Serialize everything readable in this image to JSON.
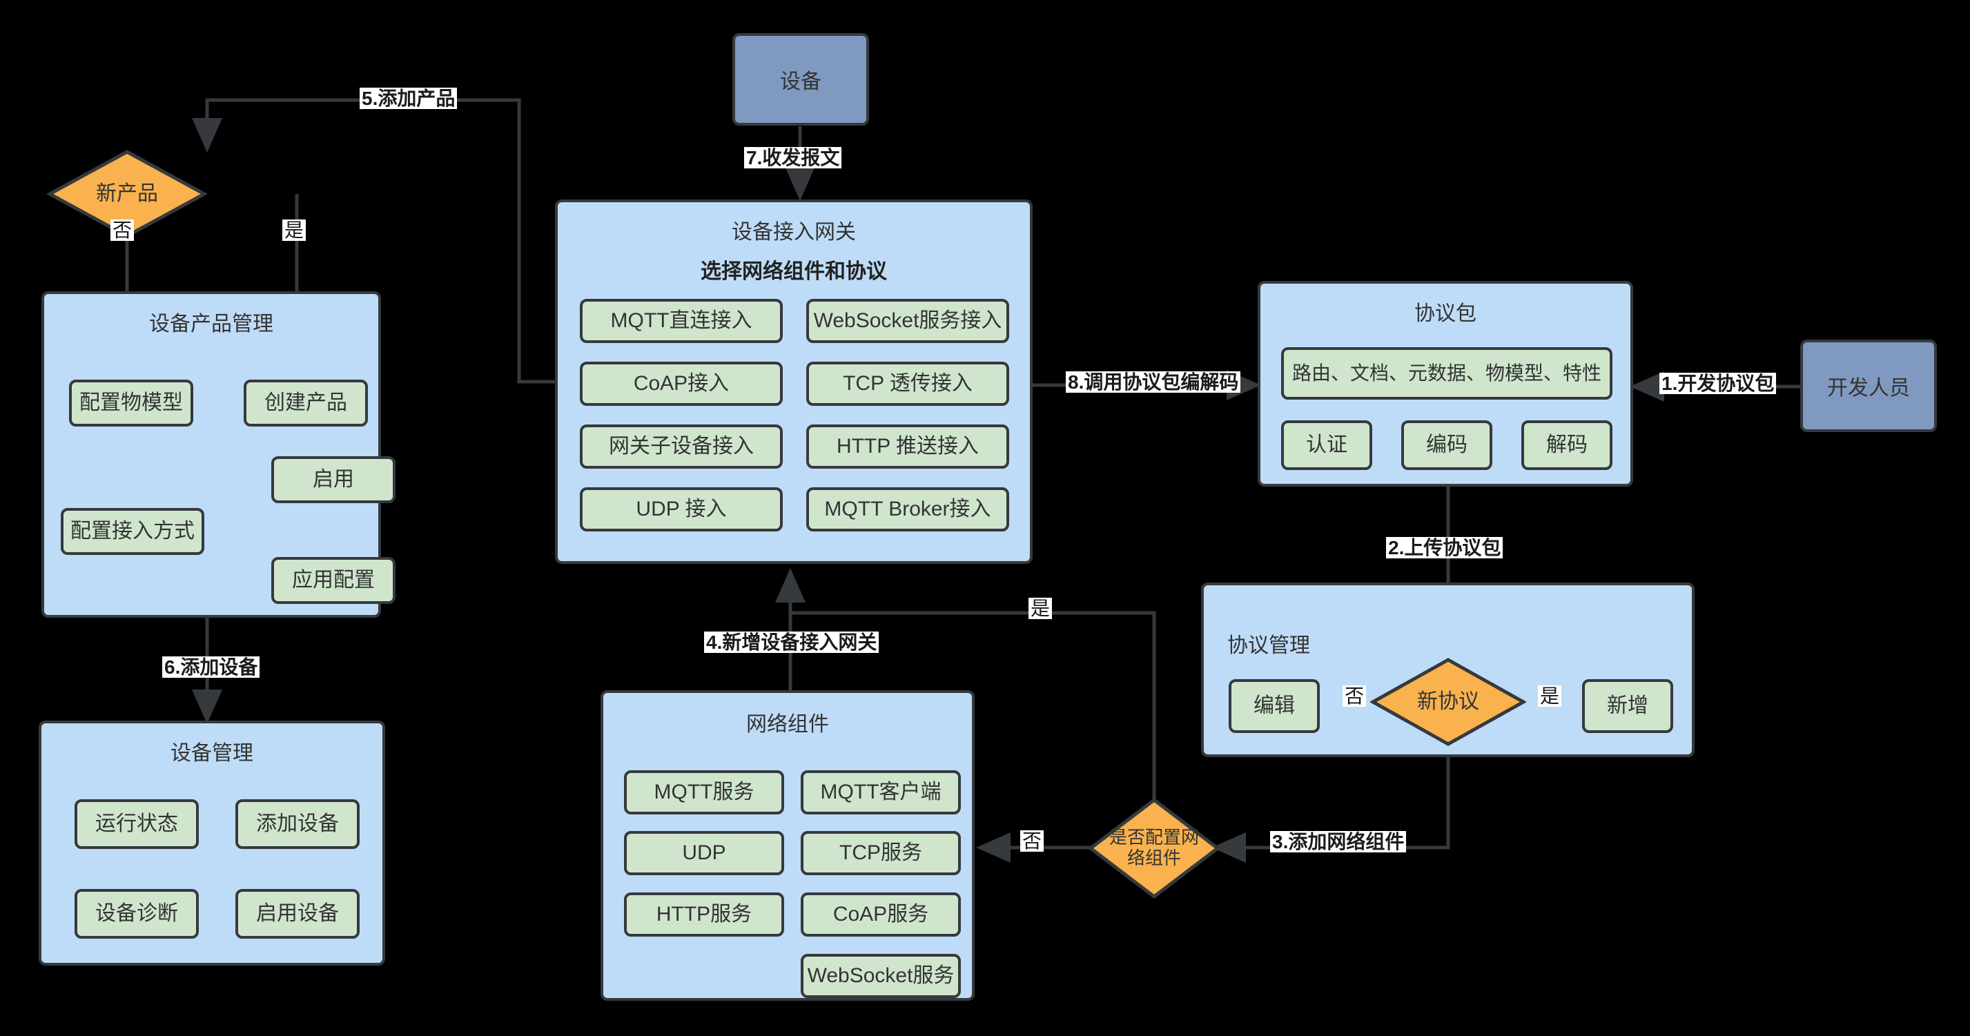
{
  "diagram": {
    "title": "IoT Device Access Flowchart",
    "colors": {
      "group_fill": "#bedcf7",
      "leaf_fill": "#cfe6cd",
      "actor_fill": "#8099c0",
      "decision_fill": "#f9b champagne",
      "decision_fill_hex": "#f9b24e",
      "stroke": "#36393d",
      "background": "#000000",
      "label_bg": "#ffffff"
    }
  },
  "actors": {
    "device": "设备",
    "developer": "开发人员"
  },
  "decisions": {
    "new_product": "新产品",
    "new_protocol": "新协议",
    "configure_network_components_line1": "是否配置网",
    "configure_network_components_line2": "络组件"
  },
  "groups": {
    "device_product_management": {
      "title": "设备产品管理",
      "items": [
        "配置物模型",
        "创建产品",
        "启用",
        "应用配置",
        "配置接入方式"
      ]
    },
    "device_management": {
      "title": "设备管理",
      "items": [
        "运行状态",
        "添加设备",
        "设备诊断",
        "启用设备"
      ]
    },
    "device_access_gateway": {
      "title": "设备接入网关",
      "subtitle": "选择网络组件和协议",
      "items": [
        "MQTT直连接入",
        "WebSocket服务接入",
        "CoAP接入",
        "TCP 透传接入",
        "网关子设备接入",
        "HTTP 推送接入",
        "UDP 接入",
        "MQTT Broker接入"
      ]
    },
    "network_components": {
      "title": "网络组件",
      "items": [
        "MQTT服务",
        "MQTT客户端",
        "UDP",
        "TCP服务",
        "HTTP服务",
        "CoAP服务",
        "WebSocket服务"
      ]
    },
    "protocol_package": {
      "title": "协议包",
      "items": [
        "路由、文档、元数据、物模型、特性",
        "认证",
        "编码",
        "解码"
      ]
    },
    "protocol_management": {
      "title": "协议管理",
      "items": [
        "编辑",
        "新增"
      ]
    }
  },
  "edge_labels": {
    "step1": "1.开发协议包",
    "step2": "2.上传协议包",
    "step3": "3.添加网络组件",
    "step4": "4.新增设备接入网关",
    "step5": "5.添加产品",
    "step6": "6.添加设备",
    "step7": "7.收发报文",
    "step8": "8.调用协议包编解码",
    "yes_product": "是",
    "no_product": "否",
    "yes_protocol": "是",
    "no_protocol": "否",
    "yes_netcomp": "是",
    "no_netcomp": "否"
  }
}
